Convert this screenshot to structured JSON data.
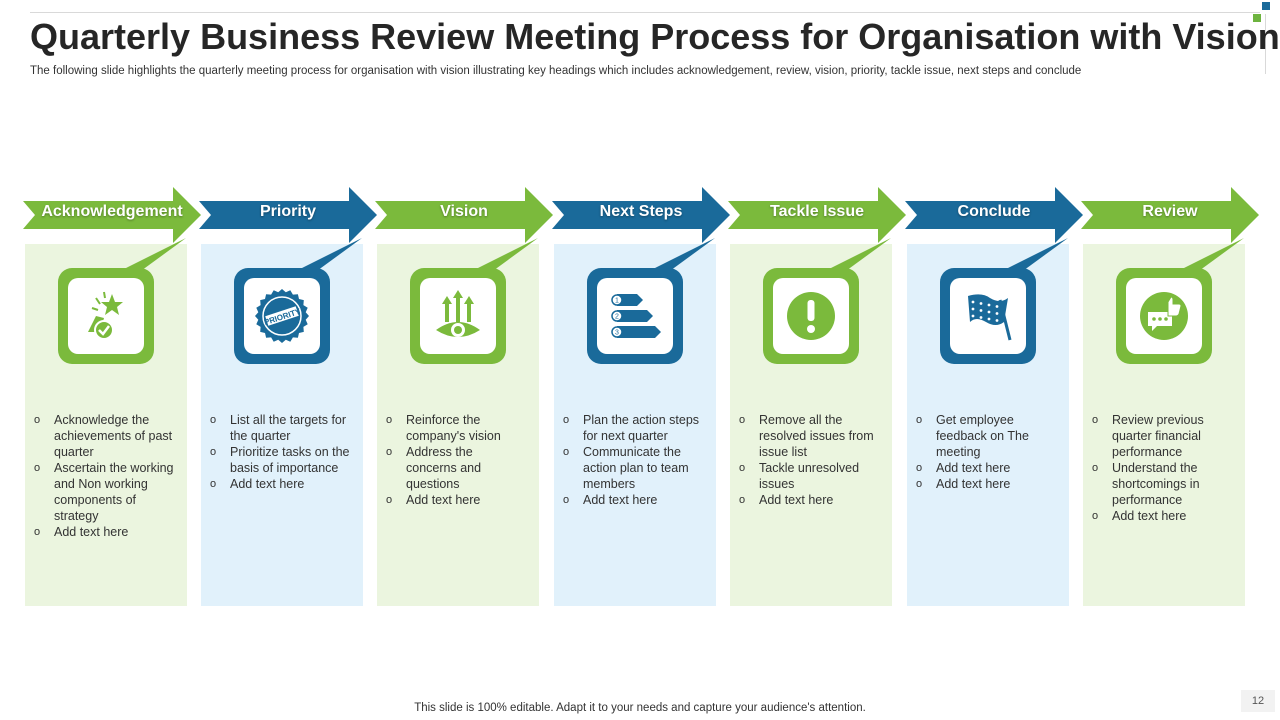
{
  "title": "Quarterly Business Review Meeting Process for Organisation with Vision",
  "subtitle": "The following slide highlights the quarterly meeting process for organisation with vision illustrating key headings which includes acknowledgement, review, vision, priority, tackle issue, next steps and conclude",
  "colors": {
    "green": "#7bba3c",
    "blue": "#1a6a9a",
    "green_panel": "#ebf5df",
    "blue_panel": "#e1f1fb"
  },
  "steps": [
    {
      "label": "Acknowledgement",
      "color": "green",
      "icon": "achievement-star-icon",
      "bullets": [
        "Acknowledge the achievements of past quarter",
        "Ascertain the working and Non working components of strategy",
        "Add text here"
      ]
    },
    {
      "label": "Priority",
      "color": "blue",
      "icon": "priority-seal-icon",
      "bullets": [
        "List all the targets for the quarter",
        "Prioritize tasks on the basis of importance",
        "Add text here"
      ]
    },
    {
      "label": "Vision",
      "color": "green",
      "icon": "vision-eye-arrows-icon",
      "bullets": [
        "Reinforce the company's vision",
        "Address the concerns and questions",
        "Add text here"
      ]
    },
    {
      "label": "Next Steps",
      "color": "blue",
      "icon": "numbered-steps-icon",
      "bullets": [
        "Plan the action steps for next quarter",
        "Communicate the action plan to team members",
        "Add text here"
      ]
    },
    {
      "label": "Tackle Issue",
      "color": "green",
      "icon": "exclamation-icon",
      "bullets": [
        "Remove all the resolved issues from issue list",
        "Tackle unresolved issues",
        "Add text here"
      ]
    },
    {
      "label": "Conclude",
      "color": "blue",
      "icon": "flag-icon",
      "bullets": [
        "Get employee feedback on The meeting",
        "Add text here",
        "Add text here"
      ]
    },
    {
      "label": "Review",
      "color": "green",
      "icon": "feedback-thumbs-up-icon",
      "bullets": [
        "Review previous quarter financial performance",
        "Understand the shortcomings in performance",
        "Add text here"
      ]
    }
  ],
  "footer": "This slide is 100% editable. Adapt it to your needs and capture your audience's attention.",
  "page_number": "12"
}
